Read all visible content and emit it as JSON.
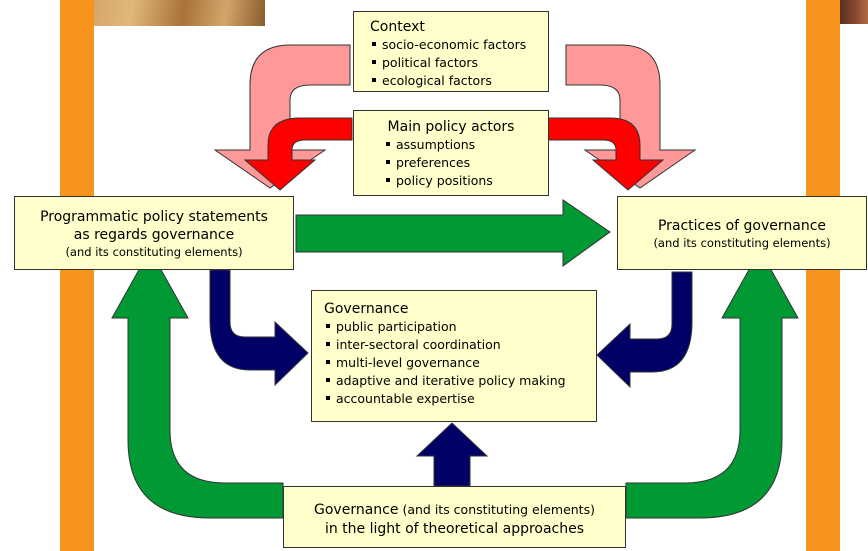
{
  "context_box": {
    "title": "Context",
    "items": [
      "socio-economic factors",
      "political factors",
      "ecological factors"
    ]
  },
  "actors_box": {
    "title": "Main policy actors",
    "items": [
      "assumptions",
      "preferences",
      "policy positions"
    ]
  },
  "programmatic_box": {
    "line1": "Programmatic policy statements",
    "line2": "as regards governance",
    "line3": "(and its constituting elements)"
  },
  "practices_box": {
    "line1": "Practices of governance",
    "line2": "(and its constituting elements)"
  },
  "governance_box": {
    "title": "Governance",
    "items": [
      "public participation",
      "inter-sectoral coordination",
      "multi-level governance",
      "adaptive and iterative policy making",
      "accountable expertise"
    ]
  },
  "theory_box": {
    "line1_main": "Governance",
    "line1_note": " (and its constituting elements)",
    "line2": "in the light of theoretical approaches"
  },
  "colors": {
    "pillar": "#f7941d",
    "box_fill": "#ffffcc",
    "pink_arrow": "#ff9999",
    "red_arrow": "#ff0000",
    "green_arrow": "#009933",
    "navy_arrow": "#000066"
  }
}
